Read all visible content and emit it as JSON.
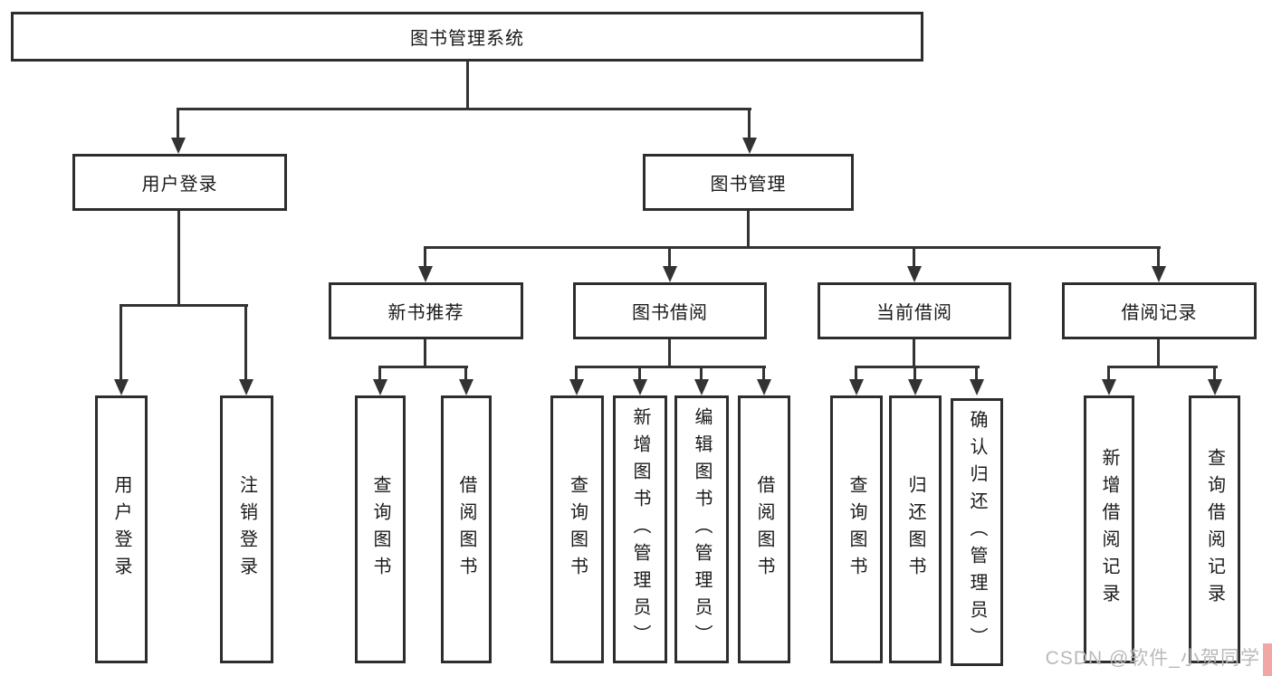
{
  "diagram": {
    "root": "图书管理系统",
    "level1": [
      "用户登录",
      "图书管理"
    ],
    "level2": [
      "新书推荐",
      "图书借阅",
      "当前借阅",
      "借阅记录"
    ],
    "leaves": {
      "user_login": [
        "用户登录",
        "注销登录"
      ],
      "new_book_recommend": [
        "查询图书",
        "借阅图书"
      ],
      "book_borrow": [
        "查询图书",
        "新增图书（管理员）",
        "编辑图书（管理员）",
        "借阅图书"
      ],
      "current_borrow": [
        "查询图书",
        "归还图书",
        "确认归还（管理员）"
      ],
      "borrow_records": [
        "新增借阅记录",
        "查询借阅记录"
      ]
    },
    "watermark": "CSDN @软件_小贺同学",
    "colors": {
      "node_border": "#2d2d2d",
      "connector": "#333333",
      "text": "#1a1a1a",
      "watermark_text": "#b9b9b9",
      "watermark_accent": "#f2a6a6",
      "background": "#ffffff"
    }
  }
}
